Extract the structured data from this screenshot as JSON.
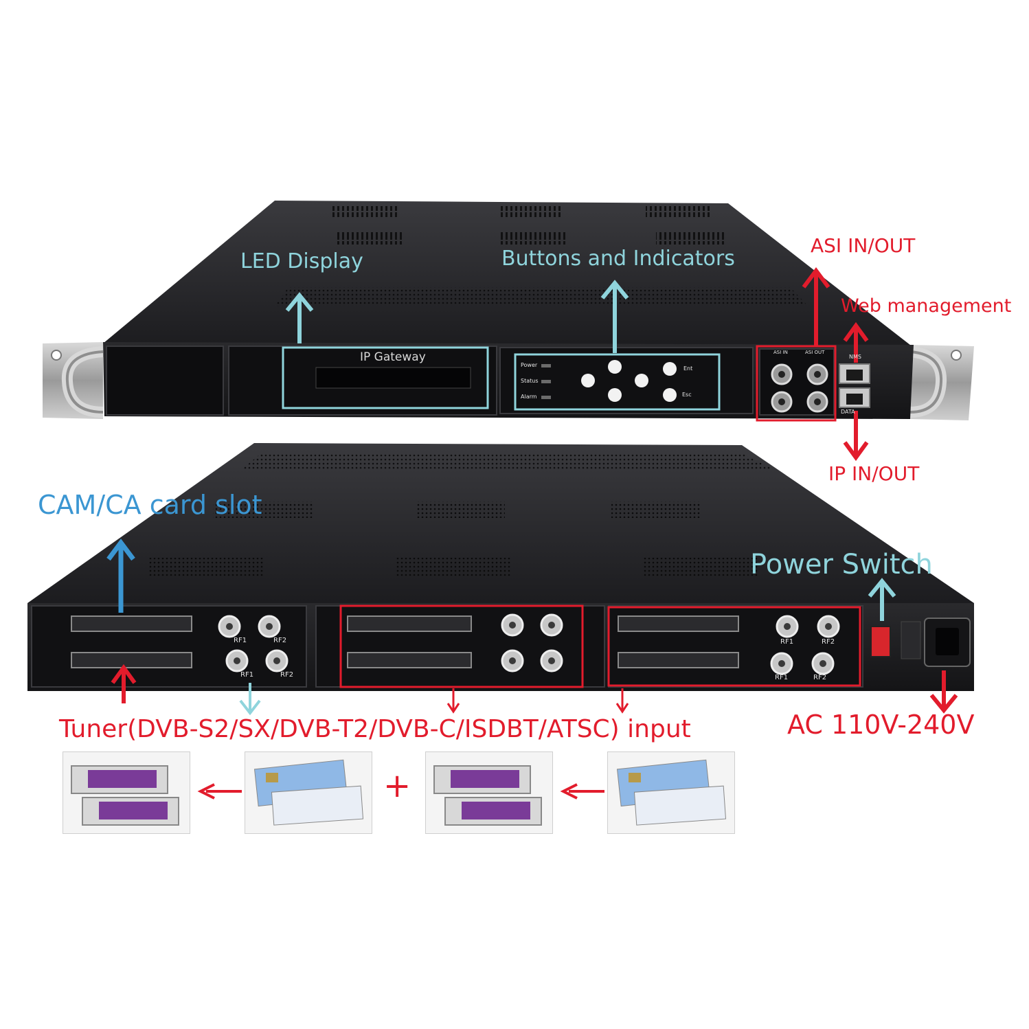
{
  "front_panel": {
    "display_text": "IP Gateway",
    "led_labels": [
      "Power",
      "Status",
      "Alarm"
    ],
    "button_labels": {
      "enter": "Ent",
      "escape": "Esc"
    },
    "port_labels": {
      "asi_in": "ASI IN",
      "asi_out": "ASI OUT",
      "nms": "NMS",
      "data": "DATA"
    }
  },
  "rear_panel": {
    "rf_labels": [
      "RF1",
      "RF2"
    ]
  },
  "callouts": {
    "led_display": "LED Display",
    "buttons_indicators": "Buttons and Indicators",
    "asi": "ASI IN/OUT",
    "web_management": "Web management",
    "ip": "IP IN/OUT",
    "cam_slot": "CAM/CA card slot",
    "power_switch": "Power Switch",
    "tuner_input": "Tuner(DVB-S2/SX/DVB-T2/DVB-C/ISDBT/ATSC) input",
    "ac_power": "AC 110V-240V"
  },
  "plus_sign": "+",
  "colors": {
    "cyan_callout": "#8fd4dc",
    "red_callout": "#e21c2c",
    "blue_callout": "#3b96d2",
    "chassis": "#1e1e20"
  }
}
